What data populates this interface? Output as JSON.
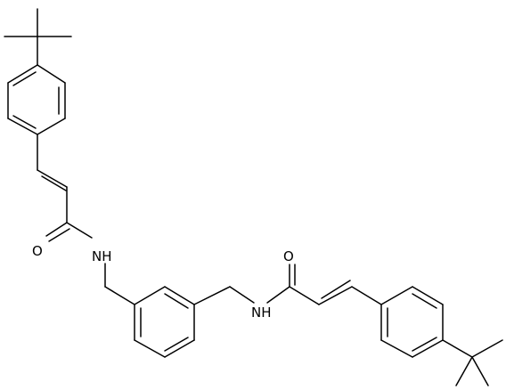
{
  "structure": {
    "atoms": [
      {
        "id": "n1",
        "label": "NH"
      },
      {
        "id": "o1",
        "label": "O"
      },
      {
        "id": "n2",
        "label": "NH"
      },
      {
        "id": "o2",
        "label": "O"
      }
    ]
  },
  "colors": {
    "background": "#ffffff",
    "ink": "#000000"
  }
}
